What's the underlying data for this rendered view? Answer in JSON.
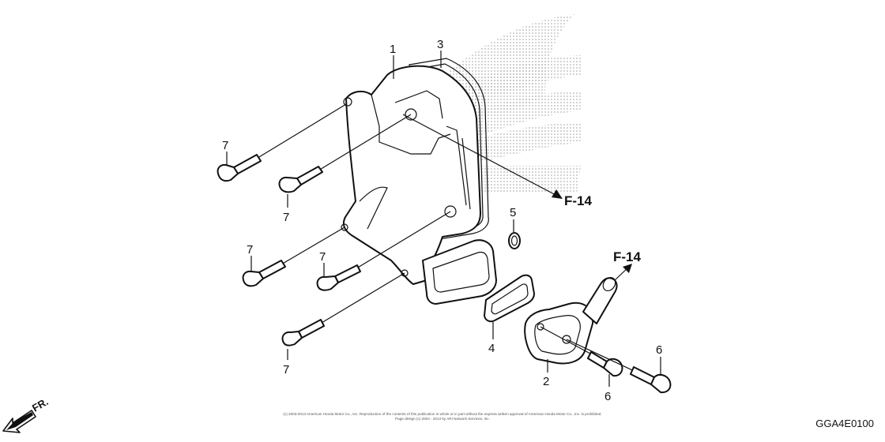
{
  "callouts": {
    "p1": "1",
    "p2": "2",
    "p3": "3",
    "p4": "4",
    "p5": "5",
    "p6a": "6",
    "p6b": "6",
    "p7a": "7",
    "p7b": "7",
    "p7c": "7",
    "p7d": "7",
    "p7e": "7"
  },
  "references": {
    "upper": "F-14",
    "lower": "F-14"
  },
  "direction_label": "FR.",
  "copyright": {
    "line1": "(c) 2003-2013 American Honda Motor Co., Inc. Reproduction of the contents of this publication in whole or in part without the express written approval of American Honda Motor Co., Inc. is prohibited.",
    "line2": "Page design (c) 2004 - 2013 by ARI Network Services, Inc."
  },
  "diagram_code": "GGA4E0100",
  "colors": {
    "line": "#111111",
    "watermark": "#b5b5b5",
    "background": "#ffffff"
  }
}
